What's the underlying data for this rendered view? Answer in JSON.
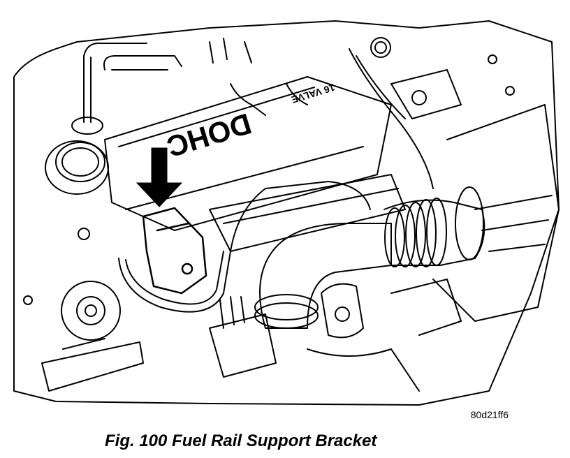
{
  "figure": {
    "caption": "Fig. 100 Fuel Rail Support Bracket",
    "code": "80d21ff6"
  },
  "engine": {
    "cover_text_1": "DOHC",
    "cover_text_2": "16 VALVE"
  },
  "colors": {
    "ink": "#000000",
    "paper": "#ffffff"
  }
}
